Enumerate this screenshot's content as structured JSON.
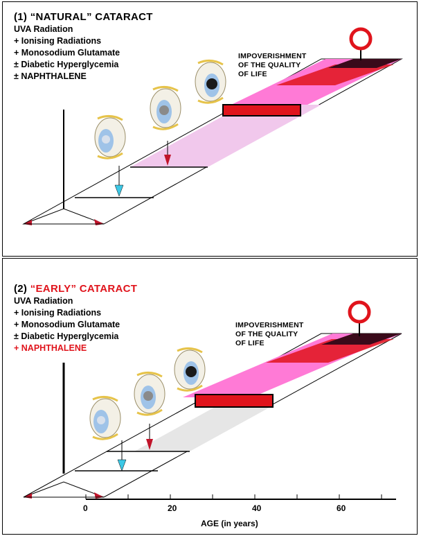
{
  "panel1": {
    "title_prefix": "(1) ",
    "title_highlight": "“NATURAL”",
    "title_suffix": " CATARACT",
    "factors": [
      "UVA Radiation",
      "+ Ionising Radiations",
      "+ Monosodium Glutamate",
      "± Diabetic Hyperglycemia",
      "± NAPHTHALENE"
    ],
    "note": [
      "IMPOVERISHMENT",
      "OF THE QUALITY",
      "OF LIFE"
    ]
  },
  "panel2": {
    "title_prefix": "(2) ",
    "title_highlight": "“EARLY” CATARACT",
    "title_suffix": "",
    "factors": [
      "UVA Radiation",
      "+ Ionising Radiations",
      "+ Monosodium Glutamate",
      "± Diabetic Hyperglycemia",
      "+ NAPHTHALENE"
    ],
    "note": [
      "IMPOVERISHMENT",
      "OF THE QUALITY",
      "OF LIFE"
    ]
  },
  "axis": {
    "label": "AGE (in years)",
    "ticks": [
      "0",
      "20",
      "40",
      "60"
    ]
  },
  "colors": {
    "accent_red": "#e0141c",
    "pink": "#ff7ad6",
    "light_pink": "#f1c8ec",
    "grey_band": "#e6e6e6",
    "arrow_blue": "#3cc8e6",
    "arrow_red": "#c0142a"
  }
}
